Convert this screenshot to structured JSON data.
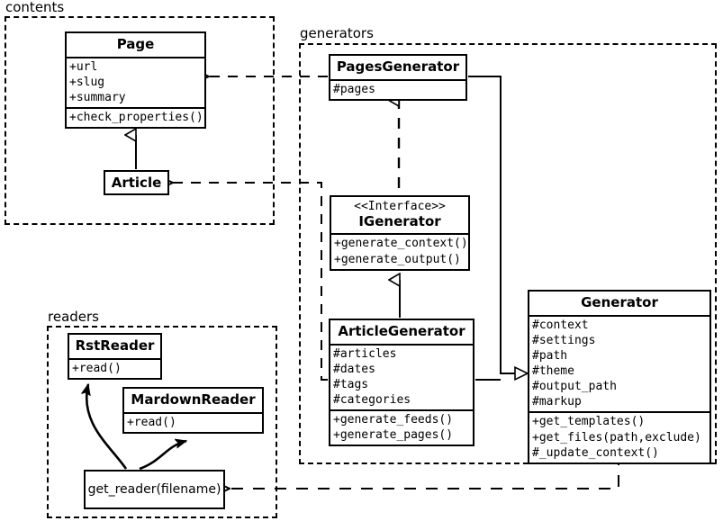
{
  "diagram": {
    "type": "uml-class-diagram",
    "packages": [
      {
        "id": "contents",
        "label": "contents"
      },
      {
        "id": "generators",
        "label": "generators"
      },
      {
        "id": "readers",
        "label": "readers"
      }
    ],
    "classes": [
      {
        "id": "page",
        "name": "Page",
        "package": "contents",
        "attributes": [
          "+url",
          "+slug",
          "+summary"
        ],
        "methods": [
          "+check_properties()"
        ]
      },
      {
        "id": "article",
        "name": "Article",
        "package": "contents",
        "attributes": [],
        "methods": []
      },
      {
        "id": "pages_generator",
        "name": "PagesGenerator",
        "package": "generators",
        "attributes": [
          "#pages"
        ],
        "methods": []
      },
      {
        "id": "igenerator",
        "stereotype": "<<Interface>>",
        "name": "IGenerator",
        "package": "generators",
        "attributes": [],
        "methods": [
          "+generate_context()",
          "+generate_output()"
        ]
      },
      {
        "id": "article_generator",
        "name": "ArticleGenerator",
        "package": "generators",
        "attributes": [
          "#articles",
          "#dates",
          "#tags",
          "#categories"
        ],
        "methods": [
          "+generate_feeds()",
          "+generate_pages()"
        ]
      },
      {
        "id": "generator",
        "name": "Generator",
        "package": "generators",
        "attributes": [
          "#context",
          "#settings",
          "#path",
          "#theme",
          "#output_path",
          "#markup"
        ],
        "methods": [
          "+get_templates()",
          "+get_files(path,exclude)",
          "#_update_context()"
        ]
      },
      {
        "id": "rst_reader",
        "name": "RstReader",
        "package": "readers",
        "attributes": [],
        "methods": [
          "+read()"
        ]
      },
      {
        "id": "mardown_reader",
        "name": "MardownReader",
        "package": "readers",
        "attributes": [],
        "methods": [
          "+read()"
        ]
      }
    ],
    "functions": [
      {
        "id": "get_reader",
        "label": "get_reader(filename)",
        "package": "readers"
      }
    ],
    "relationships": [
      {
        "from": "article",
        "to": "page",
        "kind": "generalization"
      },
      {
        "from": "pages_generator",
        "to": "igenerator",
        "kind": "realization"
      },
      {
        "from": "article_generator",
        "to": "igenerator",
        "kind": "generalization"
      },
      {
        "from": "pages_generator",
        "to": "generator",
        "kind": "generalization"
      },
      {
        "from": "article_generator",
        "to": "generator",
        "kind": "generalization"
      },
      {
        "from": "pages_generator",
        "to": "page",
        "kind": "dependency"
      },
      {
        "from": "article_generator",
        "to": "article",
        "kind": "dependency"
      },
      {
        "from": "generator",
        "to": "get_reader",
        "kind": "dependency"
      },
      {
        "from": "get_reader",
        "to": "rst_reader",
        "kind": "creates"
      },
      {
        "from": "get_reader",
        "to": "mardown_reader",
        "kind": "creates"
      }
    ],
    "colors": {
      "stroke": "#000000",
      "fill": "#ffffff",
      "text": "#000000"
    }
  }
}
